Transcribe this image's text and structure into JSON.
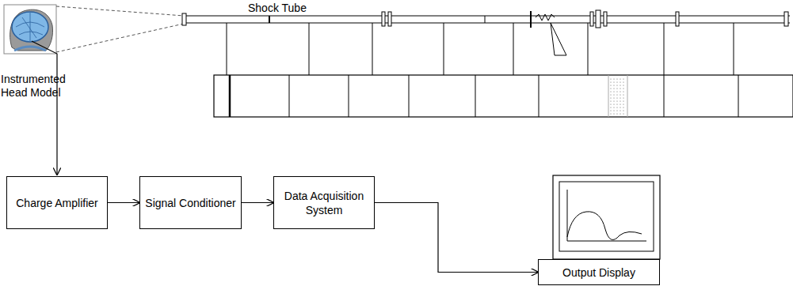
{
  "diagram": {
    "nodes": [
      {
        "text": [
          "Charge Amplifier"
        ]
      },
      {
        "text": [
          "Signal Conditioner"
        ]
      },
      {
        "text": [
          "Data Acquisition System"
        ]
      },
      {
        "text": [
          "Output Display"
        ]
      }
    ],
    "edges": [
      {
        "from": 0,
        "to": 1,
        "arrow": "to"
      },
      {
        "from": 1,
        "to": 2,
        "arrow": "to"
      },
      {
        "from": 2,
        "to": 3,
        "arrow": "to"
      }
    ],
    "labels": [
      "Shock Tube",
      "Instrumented Head Model"
    ]
  }
}
